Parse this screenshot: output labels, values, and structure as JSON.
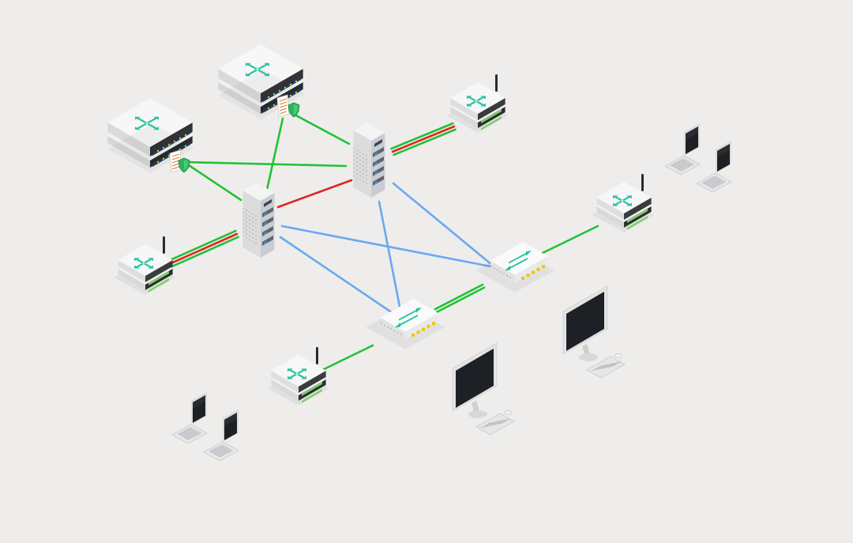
{
  "diagram": {
    "background": "#eeedec",
    "colors": {
      "link_green": "#22c233",
      "link_red": "#e02424",
      "link_blue": "#6aa8f0",
      "accent_teal": "#27c2a0",
      "port_yellow": "#f1c40f",
      "led_green": "#7fd36a",
      "screen_dark": "#1d2024",
      "shield_green": "#2fb35a"
    },
    "nodes": [
      {
        "id": "core-router-a",
        "kind": "rack-router",
        "icon": "crossed-arrows-icon",
        "extras": [
          "policy-document-icon",
          "shield-icon"
        ]
      },
      {
        "id": "core-router-b",
        "kind": "rack-router",
        "icon": "crossed-arrows-icon",
        "extras": [
          "policy-document-icon",
          "shield-icon"
        ]
      },
      {
        "id": "server-left",
        "kind": "tower-server",
        "icon": "server-icon"
      },
      {
        "id": "server-center",
        "kind": "tower-server",
        "icon": "server-icon"
      },
      {
        "id": "edge-router-top-right",
        "kind": "wireless-router",
        "icon": "crossed-arrows-icon"
      },
      {
        "id": "edge-router-left",
        "kind": "wireless-router",
        "icon": "crossed-arrows-icon"
      },
      {
        "id": "access-router-right",
        "kind": "wireless-router",
        "icon": "crossed-arrows-icon"
      },
      {
        "id": "access-router-bottom",
        "kind": "wireless-router",
        "icon": "crossed-arrows-icon"
      },
      {
        "id": "switch-right",
        "kind": "switch",
        "icon": "swap-arrows-icon"
      },
      {
        "id": "switch-bottom",
        "kind": "switch",
        "icon": "swap-arrows-icon"
      },
      {
        "id": "laptops-top-right",
        "kind": "laptop-pair",
        "icon": "laptop-icon"
      },
      {
        "id": "laptops-bottom-left",
        "kind": "laptop-pair",
        "icon": "laptop-icon"
      },
      {
        "id": "desktop-center",
        "kind": "desktop",
        "icon": "monitor-icon"
      },
      {
        "id": "desktop-right",
        "kind": "desktop",
        "icon": "monitor-icon"
      }
    ],
    "links": [
      {
        "from": "core-router-a",
        "to": "server-center",
        "type": [
          "green"
        ]
      },
      {
        "from": "core-router-a",
        "to": "server-left",
        "type": [
          "green"
        ]
      },
      {
        "from": "core-router-b",
        "to": "server-center",
        "type": [
          "green"
        ]
      },
      {
        "from": "core-router-b",
        "to": "server-left",
        "type": [
          "green"
        ]
      },
      {
        "from": "server-left",
        "to": "server-center",
        "type": [
          "red"
        ]
      },
      {
        "from": "server-center",
        "to": "edge-router-top-right",
        "type": [
          "green",
          "red",
          "green"
        ]
      },
      {
        "from": "server-left",
        "to": "edge-router-left",
        "type": [
          "green",
          "red",
          "green"
        ]
      },
      {
        "from": "server-left",
        "to": "switch-right",
        "type": [
          "blue"
        ]
      },
      {
        "from": "server-left",
        "to": "switch-bottom",
        "type": [
          "blue"
        ]
      },
      {
        "from": "server-center",
        "to": "switch-right",
        "type": [
          "blue"
        ]
      },
      {
        "from": "server-center",
        "to": "switch-bottom",
        "type": [
          "blue"
        ]
      },
      {
        "from": "switch-right",
        "to": "switch-bottom",
        "type": [
          "green",
          "green"
        ]
      },
      {
        "from": "switch-right",
        "to": "access-router-right",
        "type": [
          "green"
        ]
      },
      {
        "from": "switch-bottom",
        "to": "access-router-bottom",
        "type": [
          "green"
        ]
      }
    ]
  }
}
